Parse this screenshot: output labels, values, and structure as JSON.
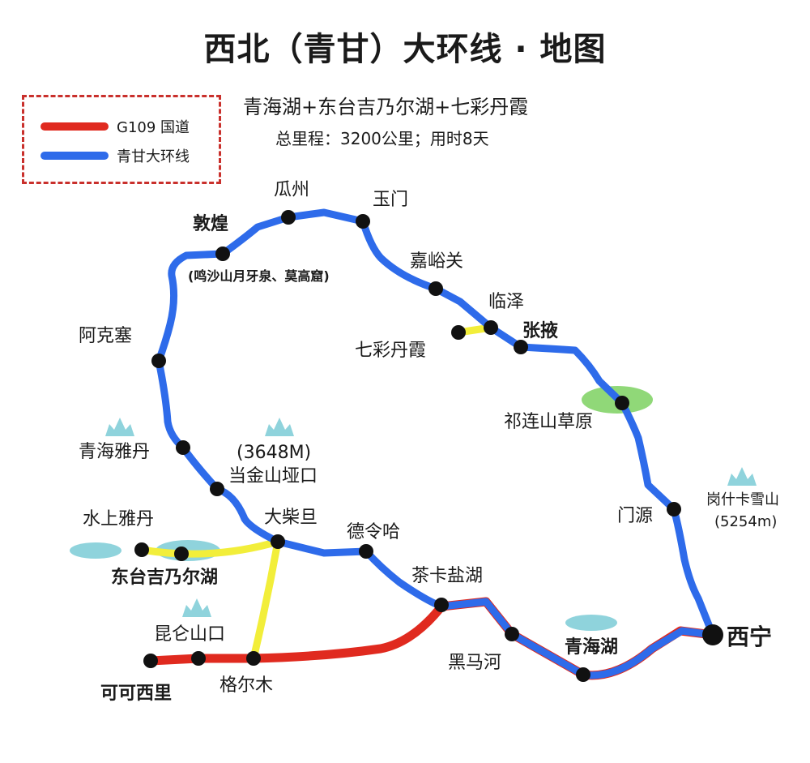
{
  "title": "西北（青甘）大环线 · 地图",
  "subtitle": "青海湖+东台吉乃尔湖+七彩丹霞",
  "summary": "总里程：3200公里；用时8天",
  "legend": {
    "items": [
      {
        "label": "G109 国道",
        "color": "#e02a1f"
      },
      {
        "label": "青甘大环线",
        "color": "#2e6bea"
      }
    ]
  },
  "colors": {
    "red_route": "#e02a1f",
    "blue_route": "#2e6bea",
    "yellow_route": "#f2ee3a",
    "lake": "#8fd3dc",
    "grassland": "#7dd160",
    "mountain": "#8fd3dc",
    "legend_border": "#c9302c"
  },
  "places": {
    "dunhuang": "敦煌",
    "dunhuang_note": "(鸣沙山月牙泉、莫高窟)",
    "guazhou": "瓜州",
    "yumen": "玉门",
    "jiayuguan": "嘉峪关",
    "linze": "临泽",
    "zhangye": "张掖",
    "qicai": "七彩丹霞",
    "qilian": "祁连山草原",
    "akesai": "阿克塞",
    "qinghai_yadan": "青海雅丹",
    "dangjin_alt": "(3648M)",
    "dangjin": "当金山垭口",
    "shuishang": "水上雅丹",
    "dataiji": "东台吉乃尔湖",
    "dachaidan": "大柴旦",
    "delingha": "德令哈",
    "chaka": "茶卡盐湖",
    "menyuan": "门源",
    "gangshika": "岗什卡雪山",
    "gangshika_alt": "(5254m)",
    "xining": "西宁",
    "qinghaihu": "青海湖",
    "heimahe": "黑马河",
    "kunlun": "昆仑山口",
    "golmud": "格尔木",
    "hoh_xil": "可可西里"
  }
}
